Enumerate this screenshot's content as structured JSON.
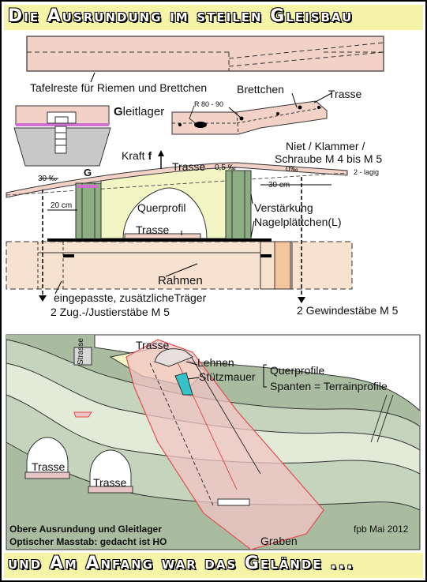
{
  "title_top": "Die Ausrundung im steilen Gleisbau",
  "title_bottom": "und Am Anfang war das Gelände ...",
  "labels": {
    "tafelreste": "Tafelreste für Riemen und Brettchen",
    "brettchen": "Brettchen",
    "trasse_top": "Trasse",
    "gleitlager_g": "G",
    "gleitlager_rest": "leitlager",
    "radius": "R 80 - 90",
    "kraft": "Kraft",
    "kraft_f": "f",
    "trasse_mid": "Trasse",
    "percent_05": "0,5 ‰",
    "percent_0": "0‰",
    "niet": "Niet / Klammer /",
    "schraube": "Schraube M 4 bis M 5",
    "zweilagig": "2 - lagig",
    "percent_30": "30 ‰",
    "g_marker": "G",
    "cm_30": "30 cm",
    "cm_20": "20 cm",
    "querprofil": "Querprofil",
    "verstaerkung": "Verstärkung",
    "nagelplaettchen": "Nagelplättchen(L)",
    "trasse_block": "Trasse",
    "rahmen": "Rahmen",
    "eingepasste": "eingepasste, zusätzlicheTräger",
    "zug": "2 Zug.-/Justierstäbe M 5",
    "gewinde": "2 Gewindestäbe M 5",
    "strasse": "Strasse",
    "trasse_terrain": "Trasse",
    "lehnen": "Lehnen",
    "stuetzmauer": "Stützmauer",
    "querprofile": "Querprofile",
    "spanten": "Spanten = Terrainprofile",
    "tunnel1": "Trasse",
    "tunnel2": "Trasse",
    "graben": "Graben",
    "caption1": "Obere Ausrundung und Gleitlager",
    "caption2": "Optischer Masstab: gedacht ist HO",
    "signature": "fpb Mai 2012"
  },
  "colors": {
    "title_bg": "#f6f4a6",
    "plank": "#f2d2c6",
    "frame": "#f7e2cf",
    "support_green": "#8cae82",
    "profile_yellow": "#f2f5c4",
    "terrain_dark": "#a9bc9f",
    "terrain_mid": "#c5d4bd",
    "terrain_light": "#e2ead8",
    "trasse_pink": "#f1c4c4",
    "red_outline": "#e05050",
    "cyan": "#33c3c8"
  }
}
